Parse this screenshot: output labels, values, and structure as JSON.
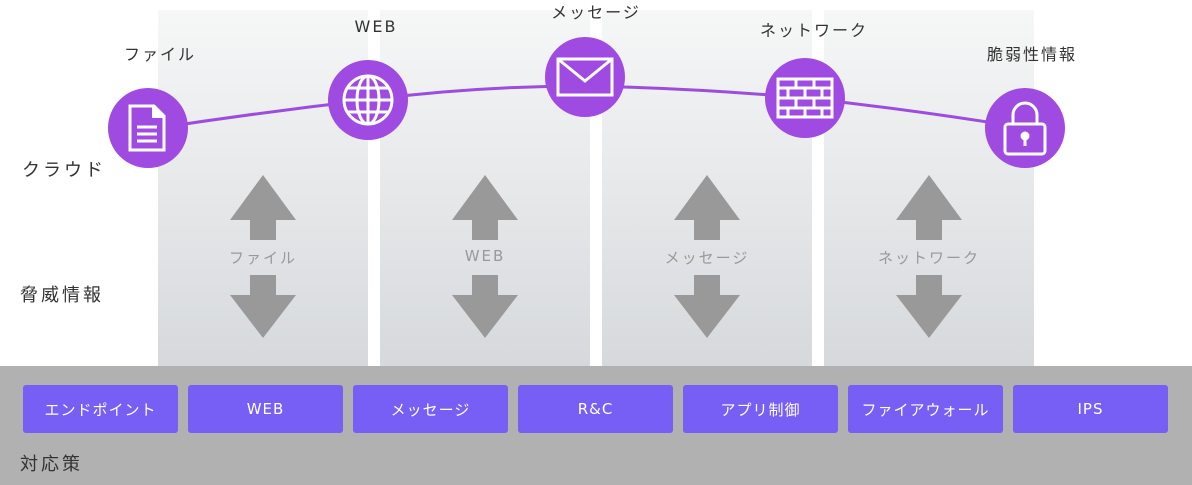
{
  "rows": {
    "cloud": "クラウド",
    "threat": "脅威情報",
    "response": "対応策"
  },
  "nodes": [
    {
      "label": "ファイル",
      "icon": "document-icon"
    },
    {
      "label": "WEB",
      "icon": "globe-icon"
    },
    {
      "label": "メッセージ",
      "icon": "envelope-icon"
    },
    {
      "label": "ネットワーク",
      "icon": "firewall-icon"
    },
    {
      "label": "脆弱性情報",
      "icon": "lock-icon"
    }
  ],
  "flows": [
    "ファイル",
    "WEB",
    "メッセージ",
    "ネットワーク"
  ],
  "measures": [
    "エンドポイント",
    "WEB",
    "メッセージ",
    "R&C",
    "アプリ制御",
    "ファイアウォール",
    "IPS"
  ],
  "colors": {
    "node": "#9f4ae0",
    "button": "#775ef4",
    "bar": "#b1b1b1",
    "arrow": "#999999"
  }
}
